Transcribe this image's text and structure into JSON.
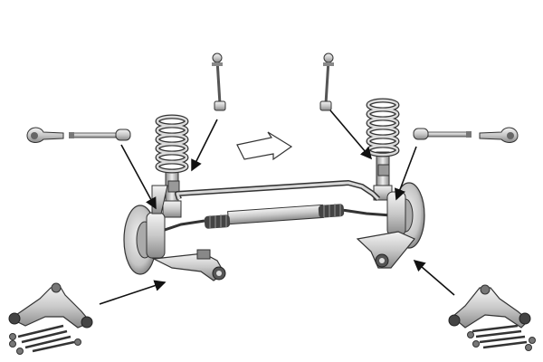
{
  "diagram": {
    "parts": [
      {
        "id": "stabilizer-link-left",
        "icon": "stabilizer-link-icon"
      },
      {
        "id": "stabilizer-link-right",
        "icon": "stabilizer-link-icon"
      },
      {
        "id": "tie-rod-end-left",
        "icon": "tie-rod-end-icon"
      },
      {
        "id": "tie-rod-end-right",
        "icon": "tie-rod-end-icon"
      },
      {
        "id": "inner-tie-rod-left",
        "icon": "inner-tie-rod-icon"
      },
      {
        "id": "inner-tie-rod-right",
        "icon": "inner-tie-rod-icon"
      },
      {
        "id": "control-arm-kit-left",
        "icon": "control-arm-icon"
      },
      {
        "id": "control-arm-kit-right",
        "icon": "control-arm-icon"
      }
    ],
    "colors": {
      "stroke": "#222222",
      "metal_light": "#e6e6e6",
      "metal_mid": "#bdbdbd",
      "metal_dark": "#6f6f6f",
      "background": "#ffffff"
    },
    "direction_arrow": "forward-direction"
  }
}
